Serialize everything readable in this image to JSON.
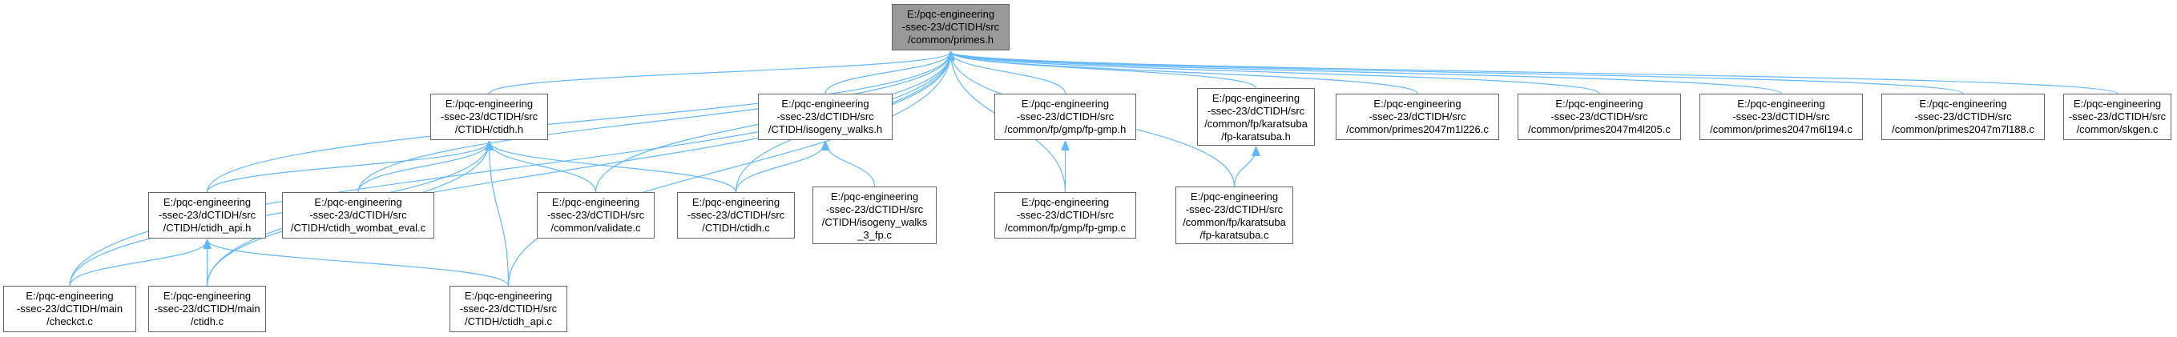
{
  "nodes": [
    {
      "id": "primes_h",
      "lines": [
        "E:/pqc-engineering",
        "-ssec-23/dCTIDH/src",
        "/common/primes.h"
      ],
      "root": true
    },
    {
      "id": "ctidh_h",
      "lines": [
        "E:/pqc-engineering",
        "-ssec-23/dCTIDH/src",
        "/CTIDH/ctidh.h"
      ]
    },
    {
      "id": "isogeny_walks_h",
      "lines": [
        "E:/pqc-engineering",
        "-ssec-23/dCTIDH/src",
        "/CTIDH/isogeny_walks.h"
      ]
    },
    {
      "id": "fp_gmp_h",
      "lines": [
        "E:/pqc-engineering",
        "-ssec-23/dCTIDH/src",
        "/common/fp/gmp/fp-gmp.h"
      ]
    },
    {
      "id": "fp_karatsuba_h",
      "lines": [
        "E:/pqc-engineering",
        "-ssec-23/dCTIDH/src",
        "/common/fp/karatsuba",
        "/fp-karatsuba.h"
      ]
    },
    {
      "id": "primes2047m1l226_c",
      "lines": [
        "E:/pqc-engineering",
        "-ssec-23/dCTIDH/src",
        "/common/primes2047m1l226.c"
      ]
    },
    {
      "id": "primes2047m4l205_c",
      "lines": [
        "E:/pqc-engineering",
        "-ssec-23/dCTIDH/src",
        "/common/primes2047m4l205.c"
      ]
    },
    {
      "id": "primes2047m6l194_c",
      "lines": [
        "E:/pqc-engineering",
        "-ssec-23/dCTIDH/src",
        "/common/primes2047m6l194.c"
      ]
    },
    {
      "id": "primes2047m7l188_c",
      "lines": [
        "E:/pqc-engineering",
        "-ssec-23/dCTIDH/src",
        "/common/primes2047m7l188.c"
      ]
    },
    {
      "id": "skgen_c",
      "lines": [
        "E:/pqc-engineering",
        "-ssec-23/dCTIDH/src",
        "/common/skgen.c"
      ]
    },
    {
      "id": "ctidh_api_h",
      "lines": [
        "E:/pqc-engineering",
        "-ssec-23/dCTIDH/src",
        "/CTIDH/ctidh_api.h"
      ]
    },
    {
      "id": "ctidh_wombat_eval_c",
      "lines": [
        "E:/pqc-engineering",
        "-ssec-23/dCTIDH/src",
        "/CTIDH/ctidh_wombat_eval.c"
      ]
    },
    {
      "id": "validate_c",
      "lines": [
        "E:/pqc-engineering",
        "-ssec-23/dCTIDH/src",
        "/common/validate.c"
      ]
    },
    {
      "id": "ctidh_c",
      "lines": [
        "E:/pqc-engineering",
        "-ssec-23/dCTIDH/src",
        "/CTIDH/ctidh.c"
      ]
    },
    {
      "id": "isogeny_walks_3_fp_c",
      "lines": [
        "E:/pqc-engineering",
        "-ssec-23/dCTIDH/src",
        "/CTIDH/isogeny_walks",
        "_3_fp.c"
      ]
    },
    {
      "id": "fp_gmp_c",
      "lines": [
        "E:/pqc-engineering",
        "-ssec-23/dCTIDH/src",
        "/common/fp/gmp/fp-gmp.c"
      ]
    },
    {
      "id": "fp_karatsuba_c",
      "lines": [
        "E:/pqc-engineering",
        "-ssec-23/dCTIDH/src",
        "/common/fp/karatsuba",
        "/fp-karatsuba.c"
      ]
    },
    {
      "id": "checkct_c",
      "lines": [
        "E:/pqc-engineering",
        "-ssec-23/dCTIDH/main",
        "/checkct.c"
      ]
    },
    {
      "id": "main_ctidh_c",
      "lines": [
        "E:/pqc-engineering",
        "-ssec-23/dCTIDH/main",
        "/ctidh.c"
      ]
    },
    {
      "id": "ctidh_api_c",
      "lines": [
        "E:/pqc-engineering",
        "-ssec-23/dCTIDH/src",
        "/CTIDH/ctidh_api.c"
      ]
    }
  ],
  "edges": [
    [
      "ctidh_h",
      "primes_h"
    ],
    [
      "isogeny_walks_h",
      "primes_h"
    ],
    [
      "fp_gmp_h",
      "primes_h"
    ],
    [
      "fp_karatsuba_h",
      "primes_h"
    ],
    [
      "primes2047m1l226_c",
      "primes_h"
    ],
    [
      "primes2047m4l205_c",
      "primes_h"
    ],
    [
      "primes2047m6l194_c",
      "primes_h"
    ],
    [
      "primes2047m7l188_c",
      "primes_h"
    ],
    [
      "skgen_c",
      "primes_h"
    ],
    [
      "ctidh_api_h",
      "primes_h"
    ],
    [
      "ctidh_wombat_eval_c",
      "primes_h"
    ],
    [
      "validate_c",
      "primes_h"
    ],
    [
      "ctidh_c",
      "primes_h"
    ],
    [
      "fp_gmp_c",
      "primes_h"
    ],
    [
      "fp_karatsuba_c",
      "primes_h"
    ],
    [
      "checkct_c",
      "primes_h"
    ],
    [
      "main_ctidh_c",
      "primes_h"
    ],
    [
      "ctidh_api_c",
      "primes_h"
    ],
    [
      "ctidh_api_h",
      "ctidh_h"
    ],
    [
      "ctidh_wombat_eval_c",
      "ctidh_h"
    ],
    [
      "validate_c",
      "ctidh_h"
    ],
    [
      "ctidh_c",
      "ctidh_h"
    ],
    [
      "checkct_c",
      "ctidh_h"
    ],
    [
      "main_ctidh_c",
      "ctidh_h"
    ],
    [
      "ctidh_api_c",
      "ctidh_h"
    ],
    [
      "ctidh_c",
      "isogeny_walks_h"
    ],
    [
      "isogeny_walks_3_fp_c",
      "isogeny_walks_h"
    ],
    [
      "fp_gmp_c",
      "fp_gmp_h"
    ],
    [
      "fp_karatsuba_c",
      "fp_karatsuba_h"
    ],
    [
      "checkct_c",
      "ctidh_api_h"
    ],
    [
      "main_ctidh_c",
      "ctidh_api_h"
    ],
    [
      "ctidh_api_c",
      "ctidh_api_h"
    ]
  ],
  "colors": {
    "root_fill": "#999999",
    "border": "#666666",
    "edge": "#63b8ff",
    "text": "#000000"
  }
}
